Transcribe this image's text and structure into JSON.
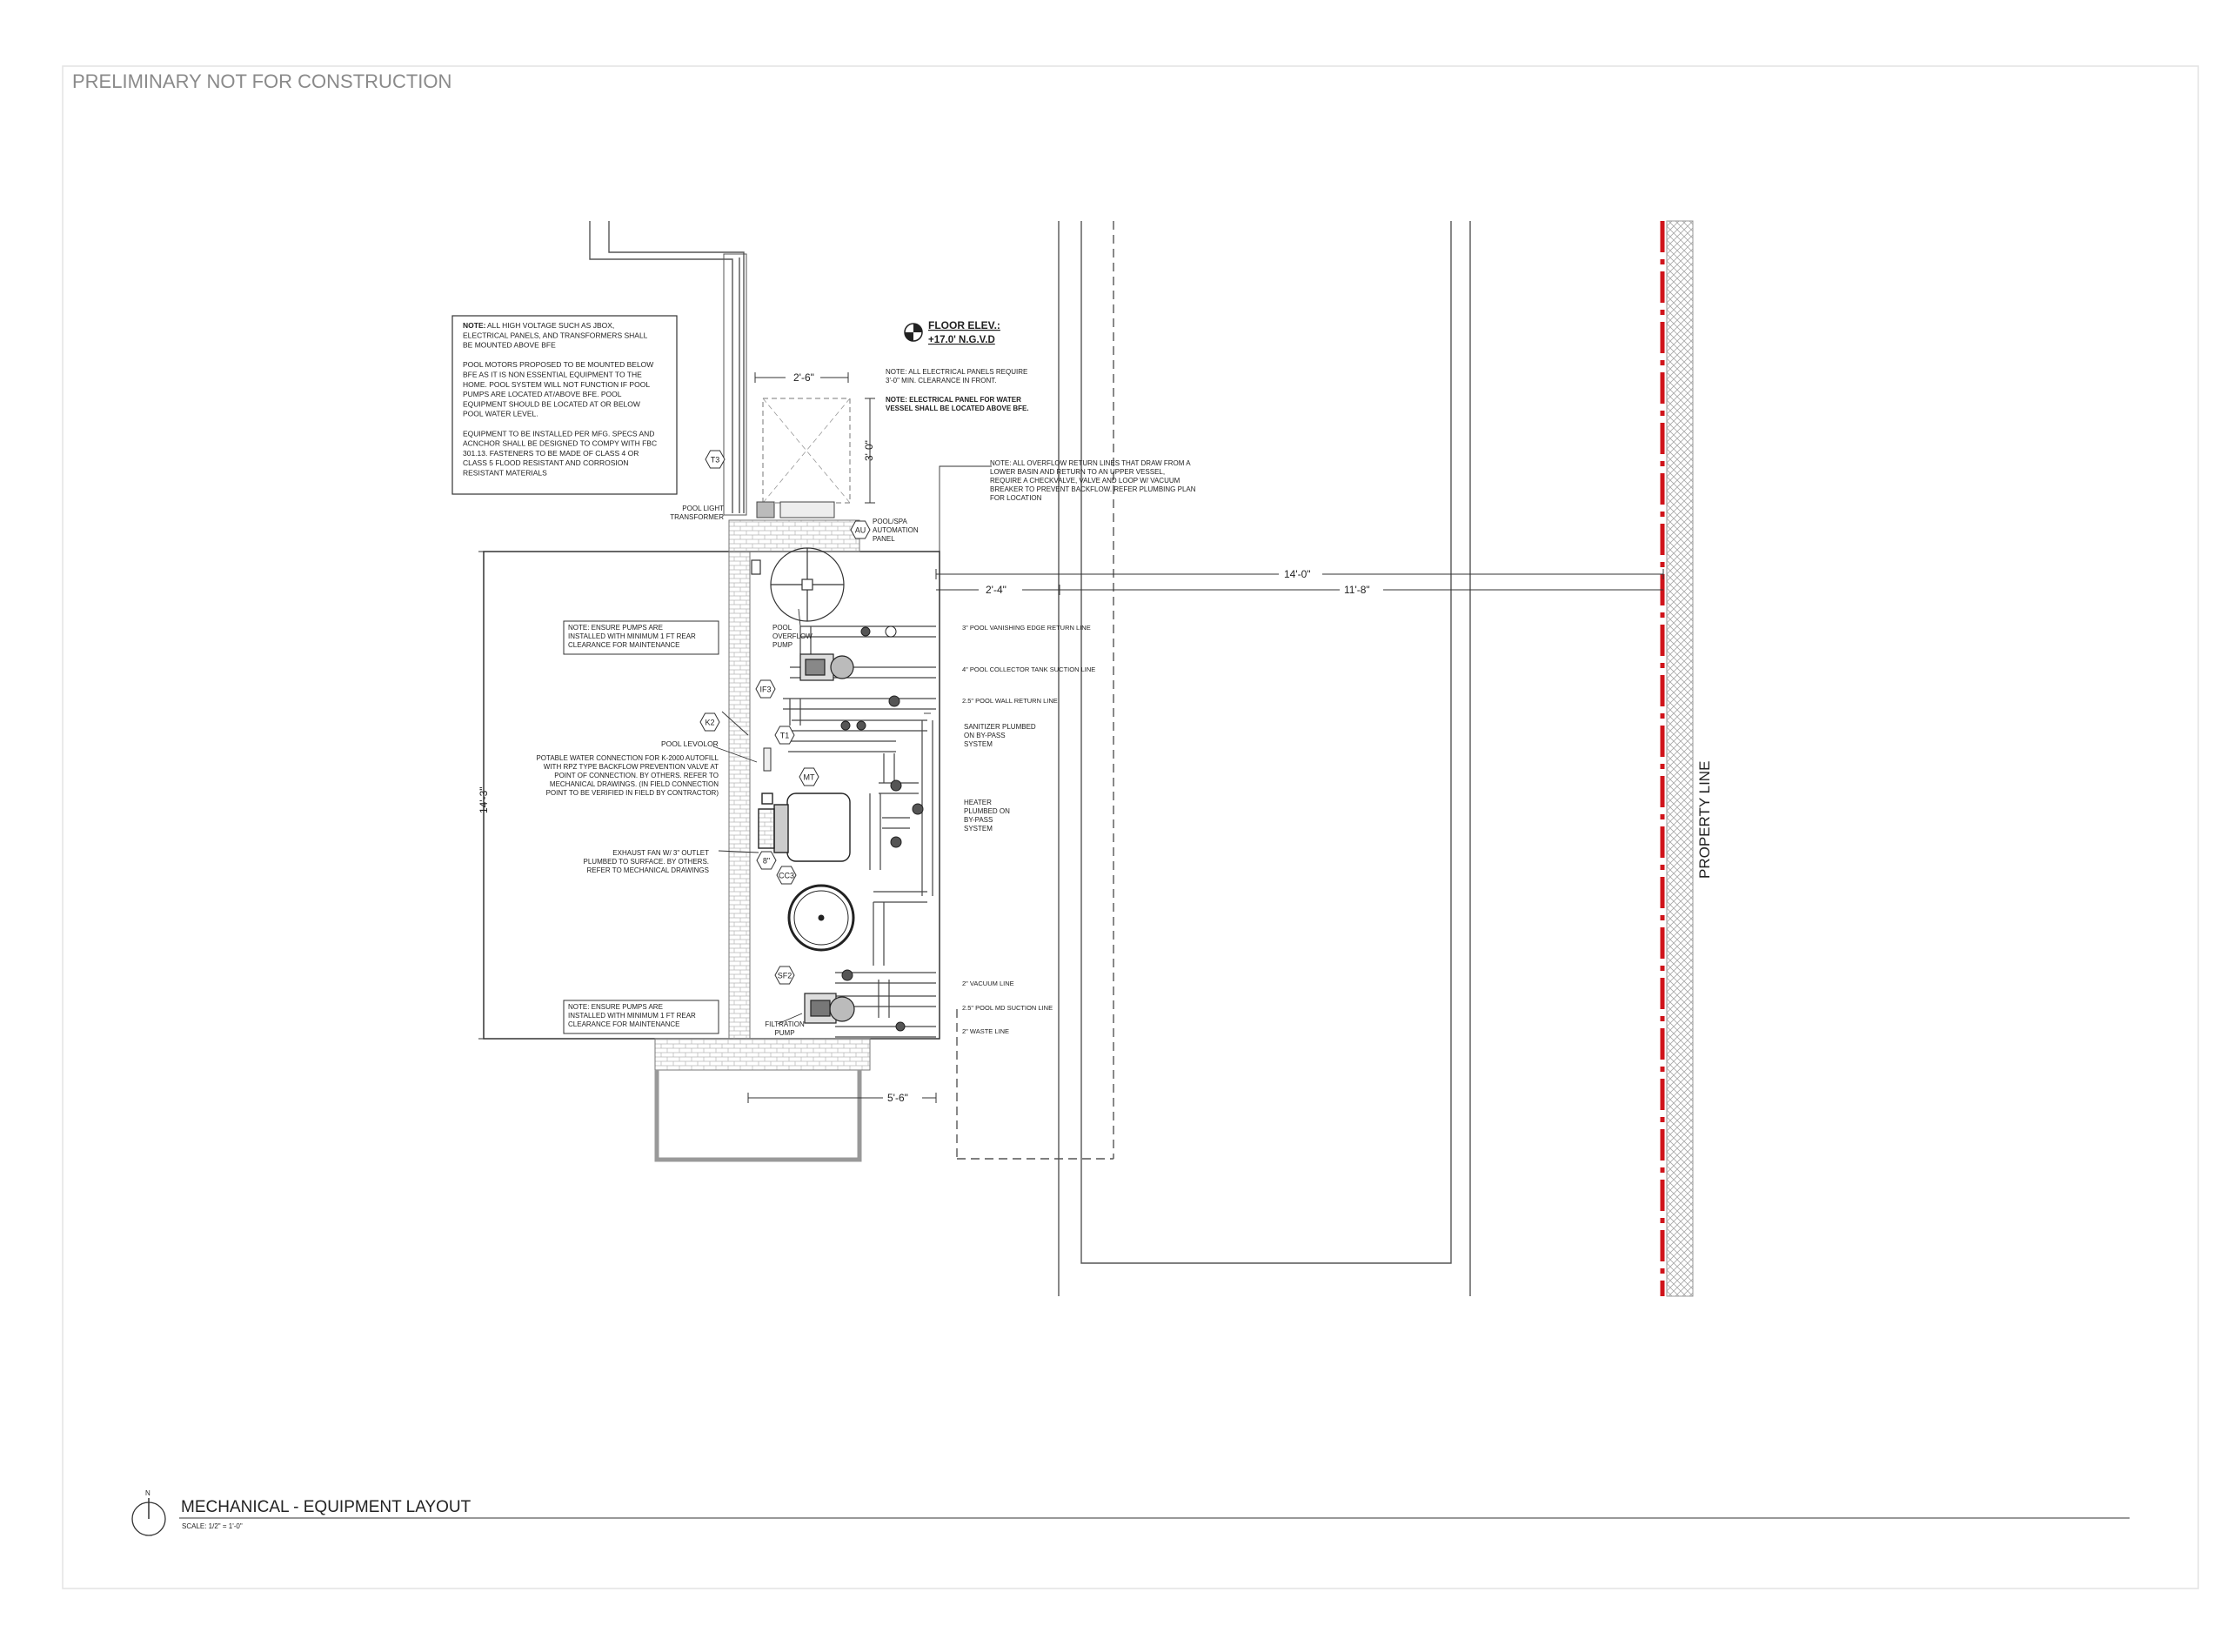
{
  "header": {
    "preliminary": "PRELIMINARY NOT FOR CONSTRUCTION"
  },
  "floor_elev": {
    "title": "FLOOR ELEV.:",
    "value": "+17.0' N.G.V.D"
  },
  "notes": {
    "high_voltage": {
      "lead": "NOTE:",
      "lines": [
        "ALL HIGH VOLTAGE SUCH AS JBOX,",
        "ELECTRICAL PANELS, AND TRANSFORMERS SHALL",
        "BE MOUNTED ABOVE BFE",
        "",
        "POOL MOTORS PROPOSED TO BE MOUNTED BELOW",
        "BFE AS IT IS NON ESSENTIAL EQUIPMENT TO THE",
        "HOME. POOL SYSTEM WILL NOT FUNCTION IF POOL",
        "PUMPS ARE LOCATED AT/ABOVE BFE. POOL",
        "EQUIPMENT SHOULD BE LOCATED AT OR BELOW",
        "POOL WATER LEVEL.",
        "",
        "EQUIPMENT TO BE INSTALLED PER MFG. SPECS AND",
        "ACNCHOR SHALL BE DESIGNED TO COMPY WITH FBC",
        "301.13. FASTENERS TO BE MADE OF CLASS 4 OR",
        "CLASS 5 FLOOD RESISTANT AND CORROSION",
        "RESISTANT MATERIALS"
      ]
    },
    "panels_clearance": [
      "NOTE: ALL ELECTRICAL PANELS REQUIRE",
      "3'-0\" MIN. CLEARANCE IN FRONT."
    ],
    "panel_water_vessel": [
      "NOTE: ELECTRICAL PANEL FOR WATER",
      "VESSEL SHALL BE LOCATED ABOVE BFE."
    ],
    "overflow": [
      "NOTE: ALL OVERFLOW RETURN LINES THAT DRAW FROM A",
      "LOWER BASIN AND RETURN TO AN UPPER VESSEL,",
      "REQUIRE A CHECKVALVE, VALVE AND LOOP W/ VACUUM",
      "BREAKER TO PREVENT BACKFLOW. REFER PLUMBING PLAN",
      "FOR LOCATION"
    ],
    "pumps_top": [
      "NOTE: ENSURE PUMPS ARE",
      "INSTALLED WITH MINIMUM 1 FT REAR",
      "CLEARANCE FOR MAINTENANCE"
    ],
    "pumps_bottom": [
      "NOTE: ENSURE PUMPS ARE",
      "INSTALLED WITH MINIMUM 1 FT REAR",
      "CLEARANCE FOR MAINTENANCE"
    ]
  },
  "labels": {
    "pool_light": [
      "POOL LIGHT",
      "TRANSFORMER"
    ],
    "automation": [
      "POOL/SPA",
      "AUTOMATION",
      "PANEL"
    ],
    "overflow_pump": [
      "POOL",
      "OVERFLOW",
      "PUMP"
    ],
    "levolor": "POOL LEVOLOR",
    "potable": [
      "POTABLE WATER CONNECTION FOR K-2000 AUTOFILL",
      "WITH RPZ TYPE BACKFLOW PREVENTION VALVE AT",
      "POINT OF CONNECTION. BY OTHERS. REFER TO",
      "MECHANICAL DRAWINGS. (IN FIELD CONNECTION",
      "POINT TO BE VERIFIED IN FIELD BY CONTRACTOR)"
    ],
    "exhaust": [
      "EXHAUST FAN W/ 3\" OUTLET",
      "PLUMBED TO SURFACE. BY OTHERS.",
      "REFER TO MECHANICAL DRAWINGS"
    ],
    "filtration_pump": [
      "FILTRATION",
      "PUMP"
    ],
    "sanitizer": [
      "SANITIZER PLUMBED",
      "ON BY-PASS",
      "SYSTEM"
    ],
    "heater": [
      "HEATER",
      "PLUMBED ON",
      "BY-PASS",
      "SYSTEM"
    ],
    "property_line": "PROPERTY LINE"
  },
  "lines": {
    "vanishing": "3\" POOL VANISHING EDGE RETURN LINE",
    "collector": "4\" POOL COLLECTOR TANK SUCTION LINE",
    "wall_return": "2.5\" POOL WALL RETURN LINE",
    "vacuum": "2\" VACUUM  LINE",
    "md_suction": "2.5\" POOL MD SUCTION LINE",
    "waste": "2\" WASTE LINE"
  },
  "tags": {
    "t3": "T3",
    "au": "AU",
    "if3": "IF3",
    "k2": "K2",
    "t1": "T1",
    "mt": "MT",
    "cc": "CC3",
    "sf2": "SF2",
    "fan": "8\""
  },
  "dimensions": {
    "top_width": "2'-6\"",
    "top_depth": "3'-0\"",
    "d14_0": "14'-0\"",
    "d2_4": "2'-4\"",
    "d11_8": "11'-8\"",
    "height": "14'-3\"",
    "bottom_width": "5'-6\""
  },
  "title_block": {
    "north": "N",
    "title": "MECHANICAL - EQUIPMENT LAYOUT",
    "scale": "SCALE: 1/2\" = 1'-0\""
  },
  "colors": {
    "property_line": "#d0141b",
    "ink": "#222222",
    "hatch": "#9a9a9a"
  }
}
